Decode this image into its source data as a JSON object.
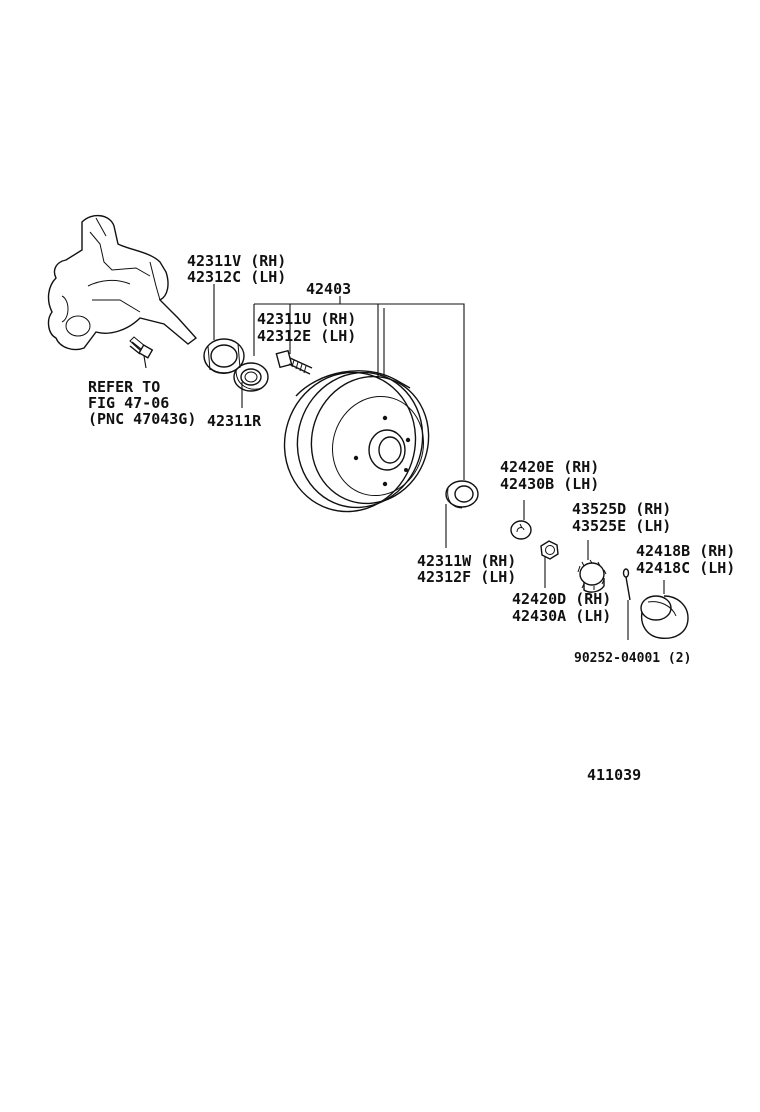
{
  "labels": {
    "knuckle_refer_1": "REFER TO",
    "knuckle_refer_2": "FIG 47-06",
    "knuckle_refer_3": "(PNC 47043G)",
    "inner_race_rh": "42311V (RH)",
    "inner_race_lh": "42312C (LH)",
    "inner_bearing": "42311R",
    "hub_assy": "42403",
    "hub_bolt_rh": "42311U (RH)",
    "hub_bolt_lh": "42312E (LH)",
    "outer_bearing_rh": "42311W (RH)",
    "outer_bearing_lh": "42312F (LH)",
    "washer_rh": "42420E (RH)",
    "washer_lh": "42430B (LH)",
    "nut_rh": "42420D (RH)",
    "nut_lh": "42430A (LH)",
    "lock_cap_rh": "43525D (RH)",
    "lock_cap_lh": "43525E (LH)",
    "grease_cap_rh": "42418B (RH)",
    "grease_cap_lh": "42418C (LH)",
    "cotter_pin": "90252-04001 (2)",
    "figure_number": "411039"
  }
}
